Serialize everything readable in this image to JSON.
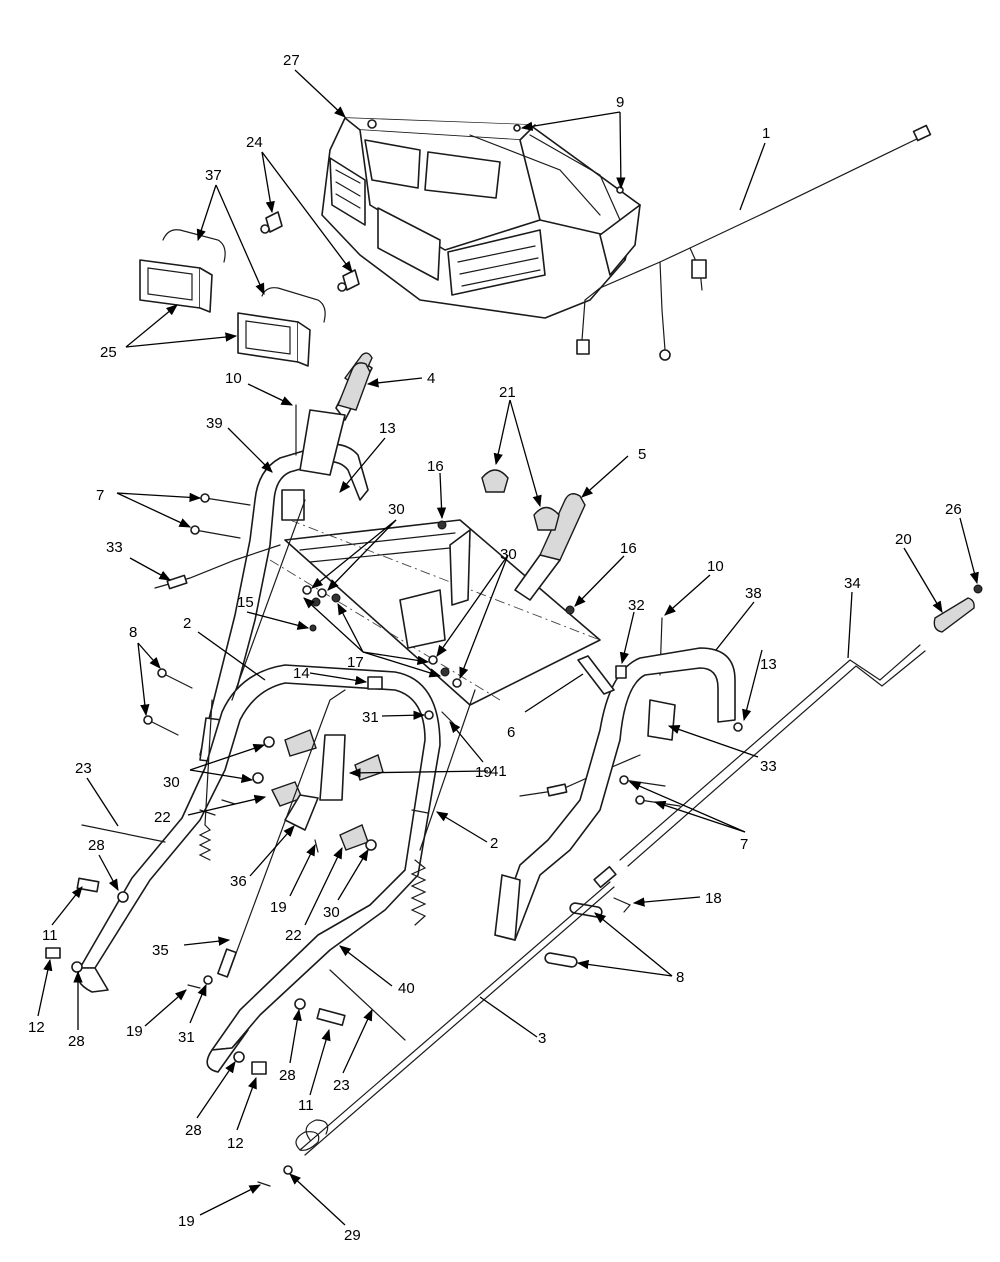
{
  "callouts": [
    {
      "id": "c27",
      "label": "27"
    },
    {
      "id": "c9",
      "label": "9"
    },
    {
      "id": "c1",
      "label": "1"
    },
    {
      "id": "c24",
      "label": "24"
    },
    {
      "id": "c37",
      "label": "37"
    },
    {
      "id": "c25",
      "label": "25"
    },
    {
      "id": "c10a",
      "label": "10"
    },
    {
      "id": "c4",
      "label": "4"
    },
    {
      "id": "c21",
      "label": "21"
    },
    {
      "id": "c39",
      "label": "39"
    },
    {
      "id": "c13a",
      "label": "13"
    },
    {
      "id": "c16a",
      "label": "16"
    },
    {
      "id": "c5",
      "label": "5"
    },
    {
      "id": "c7a",
      "label": "7"
    },
    {
      "id": "c30a",
      "label": "30"
    },
    {
      "id": "c30b",
      "label": "30"
    },
    {
      "id": "c16b",
      "label": "16"
    },
    {
      "id": "c10b",
      "label": "10"
    },
    {
      "id": "c26",
      "label": "26"
    },
    {
      "id": "c20",
      "label": "20"
    },
    {
      "id": "c33a",
      "label": "33"
    },
    {
      "id": "c34",
      "label": "34"
    },
    {
      "id": "c38",
      "label": "38"
    },
    {
      "id": "c15",
      "label": "15"
    },
    {
      "id": "c32",
      "label": "32"
    },
    {
      "id": "c8a",
      "label": "8"
    },
    {
      "id": "c2a",
      "label": "2"
    },
    {
      "id": "c17",
      "label": "17"
    },
    {
      "id": "c13b",
      "label": "13"
    },
    {
      "id": "c14",
      "label": "14"
    },
    {
      "id": "c6",
      "label": "6"
    },
    {
      "id": "c31a",
      "label": "31"
    },
    {
      "id": "c33b",
      "label": "33"
    },
    {
      "id": "c19a",
      "label": "19"
    },
    {
      "id": "c41",
      "label": "41"
    },
    {
      "id": "c30c",
      "label": "30"
    },
    {
      "id": "c23a",
      "label": "23"
    },
    {
      "id": "c22a",
      "label": "22"
    },
    {
      "id": "c7b",
      "label": "7"
    },
    {
      "id": "c2b",
      "label": "2"
    },
    {
      "id": "c28a",
      "label": "28"
    },
    {
      "id": "c36",
      "label": "36"
    },
    {
      "id": "c19b",
      "label": "19"
    },
    {
      "id": "c30d",
      "label": "30"
    },
    {
      "id": "c18",
      "label": "18"
    },
    {
      "id": "c22b",
      "label": "22"
    },
    {
      "id": "c11a",
      "label": "11"
    },
    {
      "id": "c35",
      "label": "35"
    },
    {
      "id": "c8b",
      "label": "8"
    },
    {
      "id": "c40",
      "label": "40"
    },
    {
      "id": "c12a",
      "label": "12"
    },
    {
      "id": "c28b",
      "label": "28"
    },
    {
      "id": "c19c",
      "label": "19"
    },
    {
      "id": "c31b",
      "label": "31"
    },
    {
      "id": "c3",
      "label": "3"
    },
    {
      "id": "c28c",
      "label": "28"
    },
    {
      "id": "c11b",
      "label": "11"
    },
    {
      "id": "c23b",
      "label": "23"
    },
    {
      "id": "c28d",
      "label": "28"
    },
    {
      "id": "c12b",
      "label": "12"
    },
    {
      "id": "c19d",
      "label": "19"
    },
    {
      "id": "c29",
      "label": "29"
    }
  ]
}
